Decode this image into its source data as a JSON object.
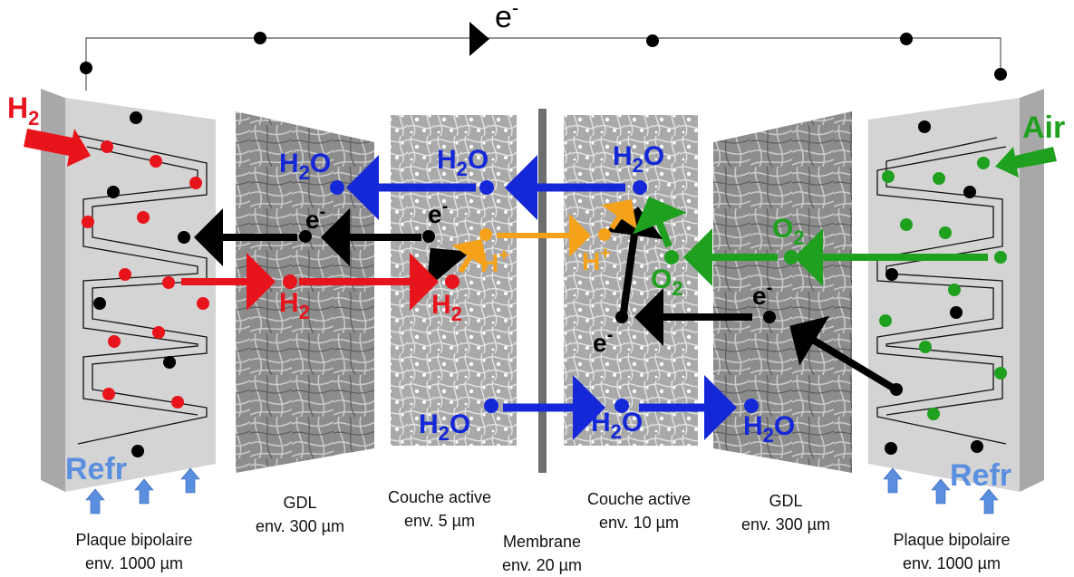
{
  "circuit": {
    "electron": "e",
    "electron_sup": "-"
  },
  "left": {
    "fuel": "H",
    "fuel_sub": "2",
    "coolant": "Refr"
  },
  "right": {
    "oxidant": "Air",
    "coolant": "Refr"
  },
  "species": {
    "h2": "H",
    "h2_sub": "2",
    "h2o_base": "H",
    "h2o_sub": "2",
    "h2o_tail": "O",
    "e": "e",
    "e_sup": "-",
    "hplus": "H",
    "hplus_sup": "+",
    "o2": "O",
    "o2_sub": "2"
  },
  "captions": {
    "bp_left": {
      "l1": "Plaque bipolaire",
      "l2": "env. 1000 µm"
    },
    "gdl_left": {
      "l1": "GDL",
      "l2": "env. 300 µm"
    },
    "ca_left": {
      "l1": "Couche active",
      "l2": "env. 5 µm"
    },
    "membrane": {
      "l1": "Membrane",
      "l2": "env. 20 µm"
    },
    "ca_right": {
      "l1": "Couche active",
      "l2": "env. 10 µm"
    },
    "gdl_right": {
      "l1": "GDL",
      "l2": "env. 300 µm"
    },
    "bp_right": {
      "l1": "Plaque bipolaire",
      "l2": "env. 1000 µm"
    }
  },
  "colors": {
    "hydrogen": "#e8141c",
    "water": "#1428d8",
    "electron": "#000000",
    "proton": "#f5a21a",
    "oxygen": "#1fa01f",
    "coolant": "#5a8fe0",
    "plate": "#d4d4d4",
    "plate_side": "#a8a8a8",
    "gdl": "#8a8a8a",
    "membrane": "#6e6e6e"
  }
}
